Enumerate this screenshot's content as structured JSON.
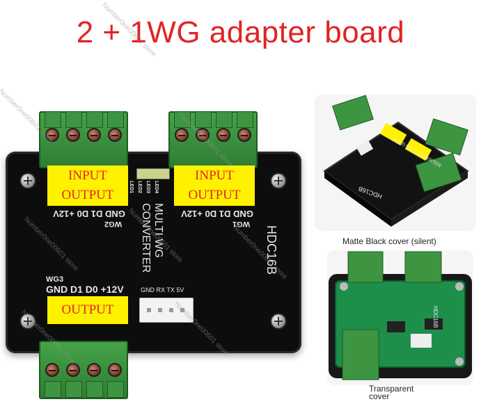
{
  "title": "2 + 1WG adapter board",
  "board": {
    "wg1_labels": [
      "INPUT",
      "OUTPUT"
    ],
    "wg2_labels": [
      "INPUT",
      "OUTPUT"
    ],
    "wg3_label": "OUTPUT",
    "wg1_pins": "GND D1 D0 +12V",
    "wg2_pins": "GND D1 D0 +12V",
    "wg3_pins": "GND D1 D0 +12V",
    "wg1_name": "WG1",
    "wg2_name": "WG2",
    "wg3_name": "WG3",
    "model": "HDC16B",
    "device_name_line1": "MULTI WG",
    "device_name_line2": "CONVERTER",
    "serial_pins": "GND RX TX 5V",
    "leds": [
      "LED1",
      "LED2",
      "LED3",
      "LED4"
    ]
  },
  "captions": {
    "matte": "Matte Black cover (silent)",
    "transparent_line1": "Transparent",
    "transparent_line2": "cover"
  },
  "small_photos": {
    "top_model": "HDC16B",
    "top_name": "MULTI WG CONVERTER",
    "bottom_model": "HDC16B"
  },
  "watermark": "Number0ne00601 store",
  "colors": {
    "title": "#e02424",
    "label_bg": "#fff200",
    "terminal": "#3d9541",
    "board": "#0d0d0d"
  }
}
